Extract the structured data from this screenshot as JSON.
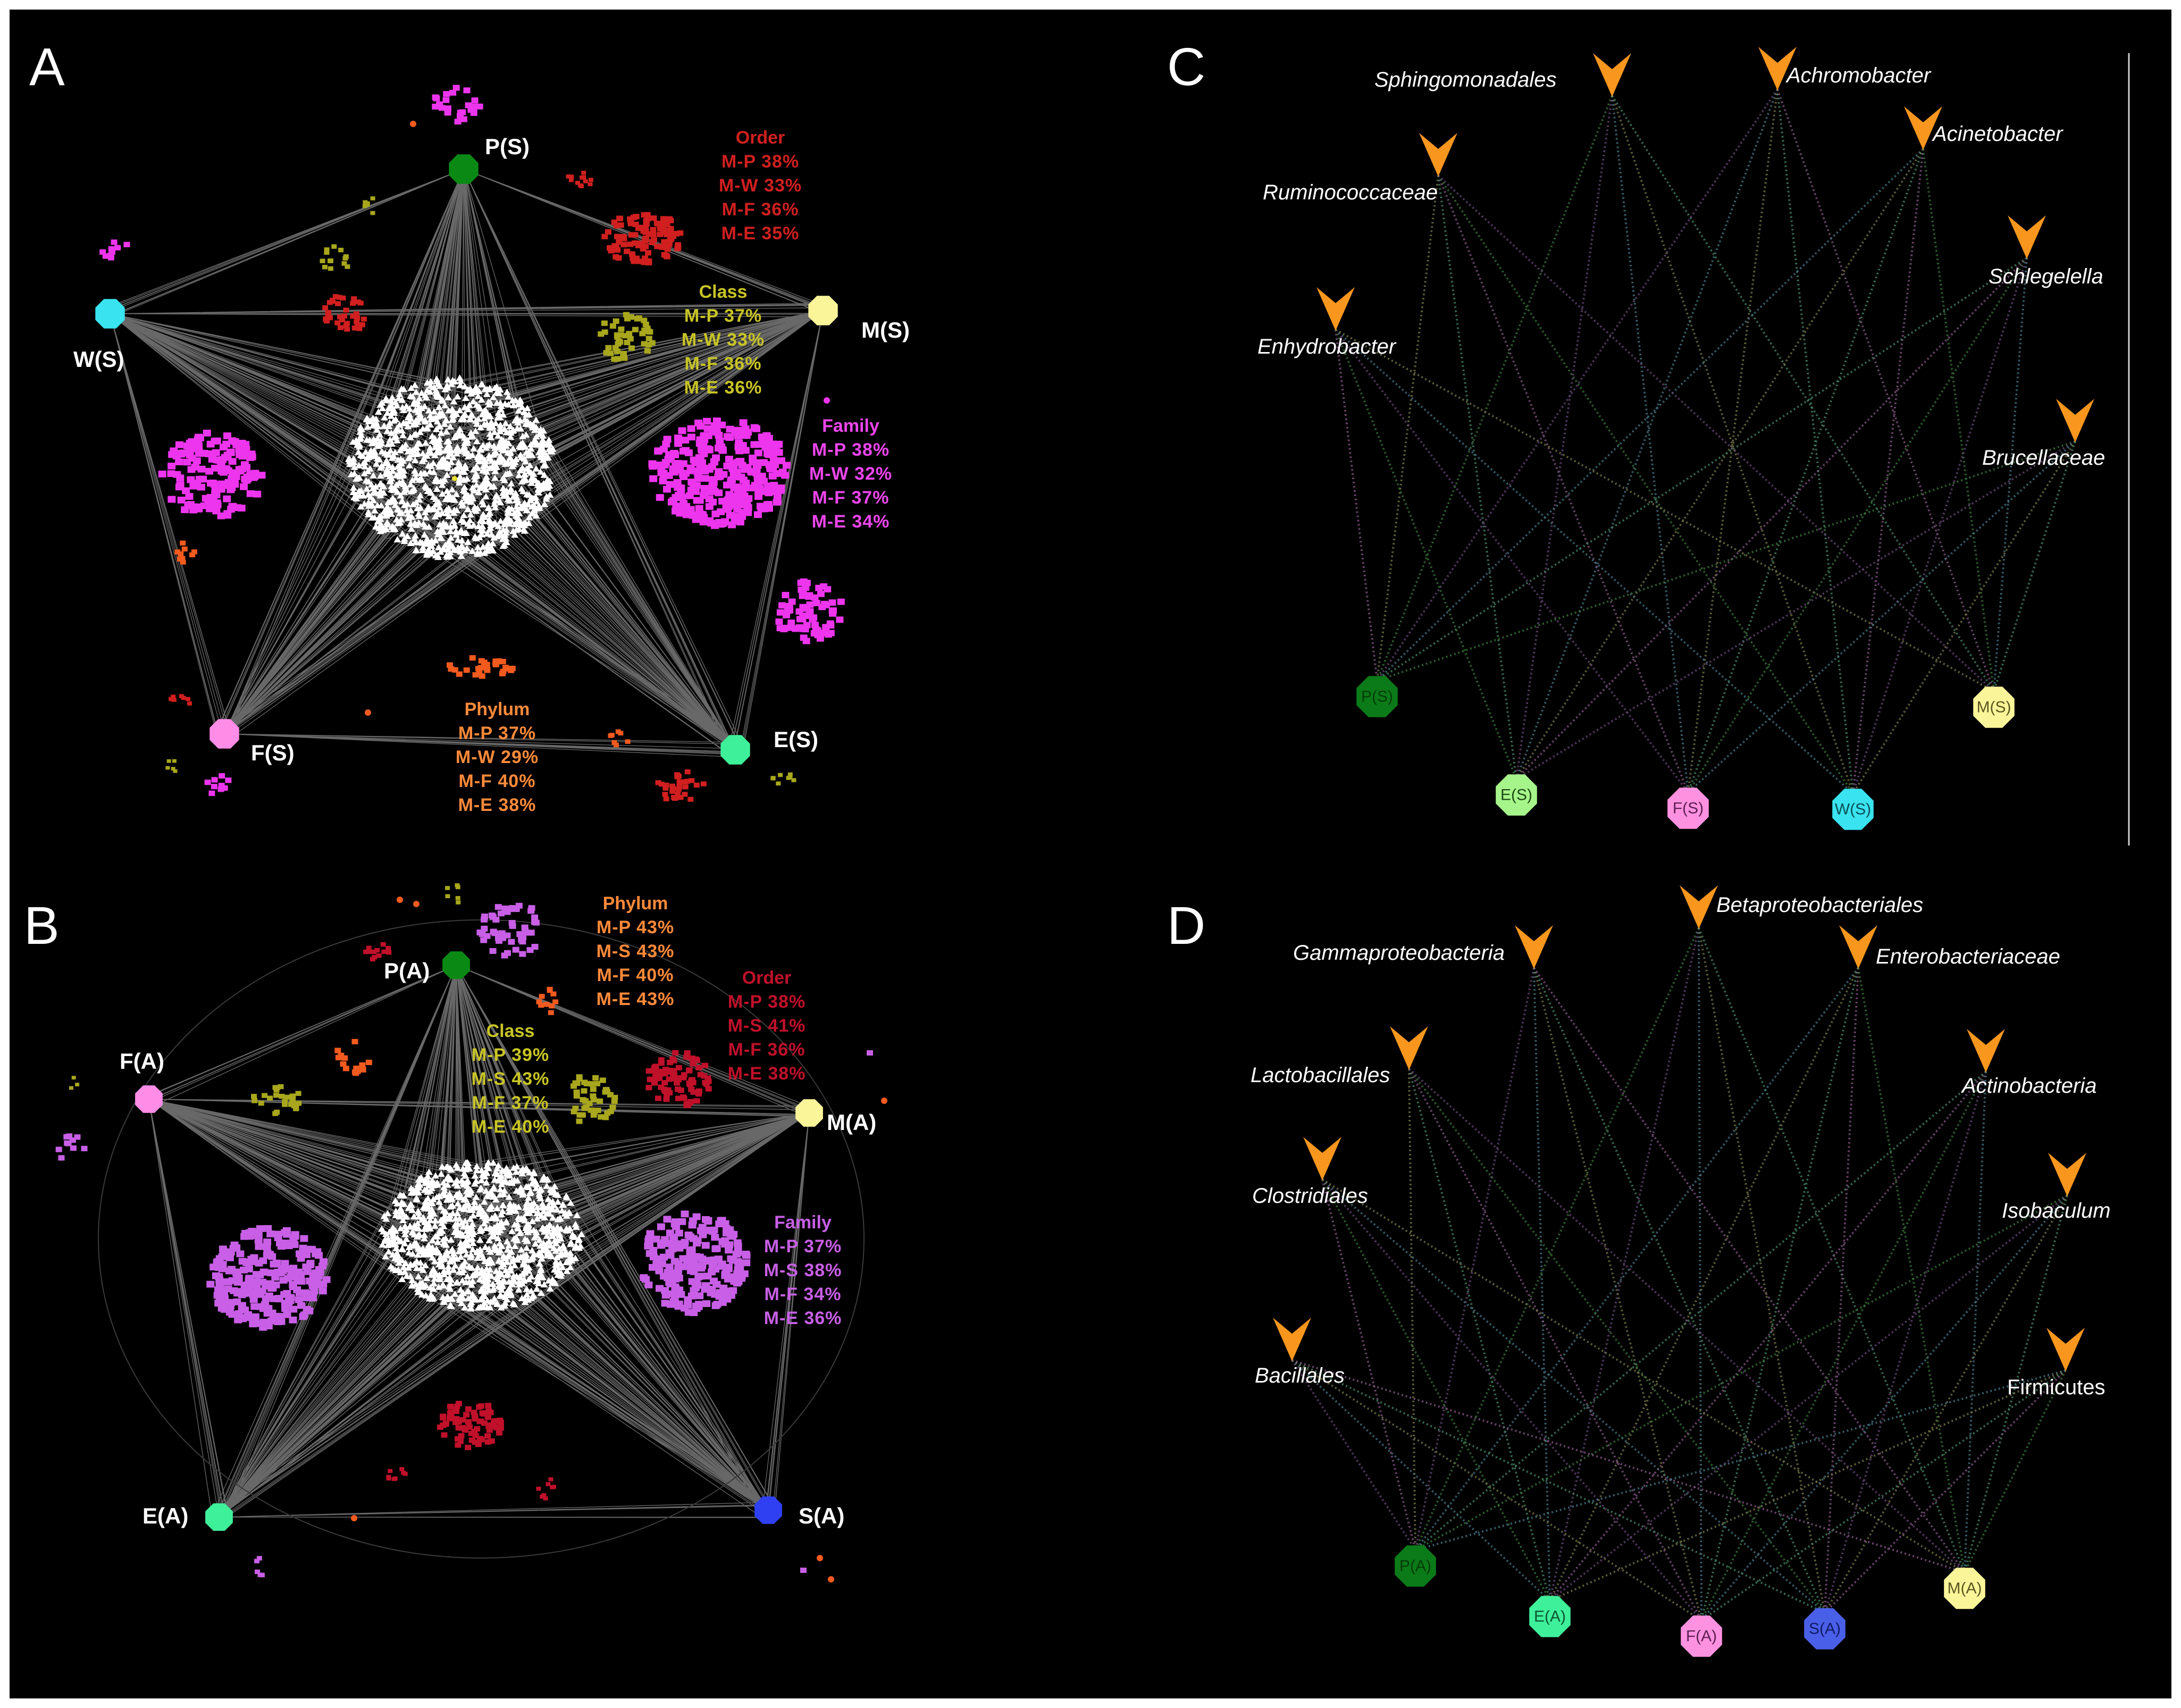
{
  "colors": {
    "P": "#0a8a14",
    "W": "#39e3ef",
    "M": "#fbf59a",
    "F": "#ff8ce6",
    "E": "#3ff09a",
    "S": "#2f3ff2",
    "E_ring": "#a6f58a",
    "F_ring": "#ff92e0",
    "S_ring": "#4a5fe8",
    "P_ring": "#0b7a18",
    "order": "#d11f1f",
    "class": "#a8a71d",
    "family": "#ee35ee",
    "family_b": "#c85fe6",
    "phylum": "#ff8a3a",
    "phylum_dot": "#f25a1e",
    "core": "#ffffff",
    "orange_marker": "#f8961e"
  },
  "panels": {
    "A": {
      "letter": "A",
      "nodes": {
        "P": "P(S)",
        "W": "W(S)",
        "M": "M(S)",
        "F": "F(S)",
        "E": "E(S)"
      },
      "order": {
        "title": "Order",
        "lines": [
          "M-P 38%",
          "M-W 33%",
          "M-F 36%",
          "M-E 35%"
        ]
      },
      "class": {
        "title": "Class",
        "lines": [
          "M-P 37%",
          "M-W 33%",
          "M-F 36%",
          "M-E 36%"
        ]
      },
      "family": {
        "title": "Family",
        "lines": [
          "M-P 38%",
          "M-W 32%",
          "M-F 37%",
          "M-E 34%"
        ]
      },
      "phylum": {
        "title": "Phylum",
        "lines": [
          "M-P 37%",
          "M-W 29%",
          "M-F  40%",
          "M-E 38%"
        ]
      }
    },
    "B": {
      "letter": "B",
      "nodes": {
        "P": "P(A)",
        "F": "F(A)",
        "M": "M(A)",
        "E": "E(A)",
        "S": "S(A)"
      },
      "phylum": {
        "title": "Phylum",
        "lines": [
          "M-P 43%",
          "M-S 43%",
          "M-F 40%",
          "M-E 43%"
        ]
      },
      "order": {
        "title": "Order",
        "lines": [
          "M-P 38%",
          "M-S 41%",
          "M-F 36%",
          "M-E 38%"
        ]
      },
      "class": {
        "title": "Class",
        "lines": [
          "M-P 39%",
          "M-S 43%",
          "M-F 37%",
          "M-E 40%"
        ]
      },
      "family": {
        "title": "Family",
        "lines": [
          "M-P 37%",
          "M-S 38%",
          "M-F 34%",
          "M-E 36%"
        ]
      }
    },
    "C": {
      "letter": "C",
      "taxa": [
        "Sphingomonadales",
        "Achromobacter",
        "Acinetobacter",
        "Ruminococcaceae",
        "Schlegelella",
        "Enhydrobacter",
        "Brucellaceae"
      ],
      "nodes": {
        "P": "P(S)",
        "E": "E(S)",
        "F": "F(S)",
        "W": "W(S)",
        "M": "M(S)"
      }
    },
    "D": {
      "letter": "D",
      "taxa": [
        "Betaproteobacteriales",
        "Gammaproteobacteria",
        "Enterobacteriaceae",
        "Lactobacillales",
        "Actinobacteria",
        "Clostridiales",
        "Isobaculum",
        "Bacillales",
        "Firmicutes"
      ],
      "nodes": {
        "P": "P(A)",
        "E": "E(A)",
        "F": "F(A)",
        "S": "S(A)",
        "M": "M(A)"
      }
    }
  }
}
